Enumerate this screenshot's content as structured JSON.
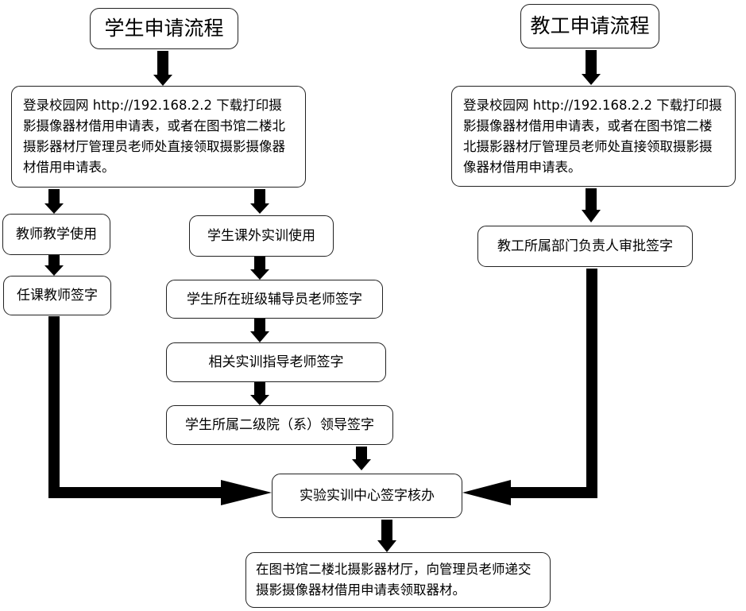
{
  "student_title": "学生申请流程",
  "staff_title": "教工申请流程",
  "student_login": "登录校园网 http://192.168.2.2 下载打印摄影摄像器材借用申请表，或者在图书馆二楼北摄影器材厅管理员老师处直接领取摄影摄像器材借用申请表。",
  "staff_login": "登录校园网 http://192.168.2.2 下载打印摄影摄像器材借用申请表，或者在图书馆二楼北摄影器材厅管理员老师处直接领取摄影摄像器材借用申请表。",
  "teaching_use": "教师教学使用",
  "course_teacher_sign": "任课教师签字",
  "student_training_use": "学生课外实训使用",
  "counselor_sign": "学生所在班级辅导员老师签字",
  "training_instructor_sign": "相关实训指导老师签字",
  "college_leader_sign": "学生所属二级院（系）领导签字",
  "dept_head_sign": "教工所属部门负责人审批签字",
  "center_sign": "实验实训中心签字核办",
  "final_step": "在图书馆二楼北摄影器材厅，向管理员老师递交摄影摄像器材借用申请表领取器材。"
}
